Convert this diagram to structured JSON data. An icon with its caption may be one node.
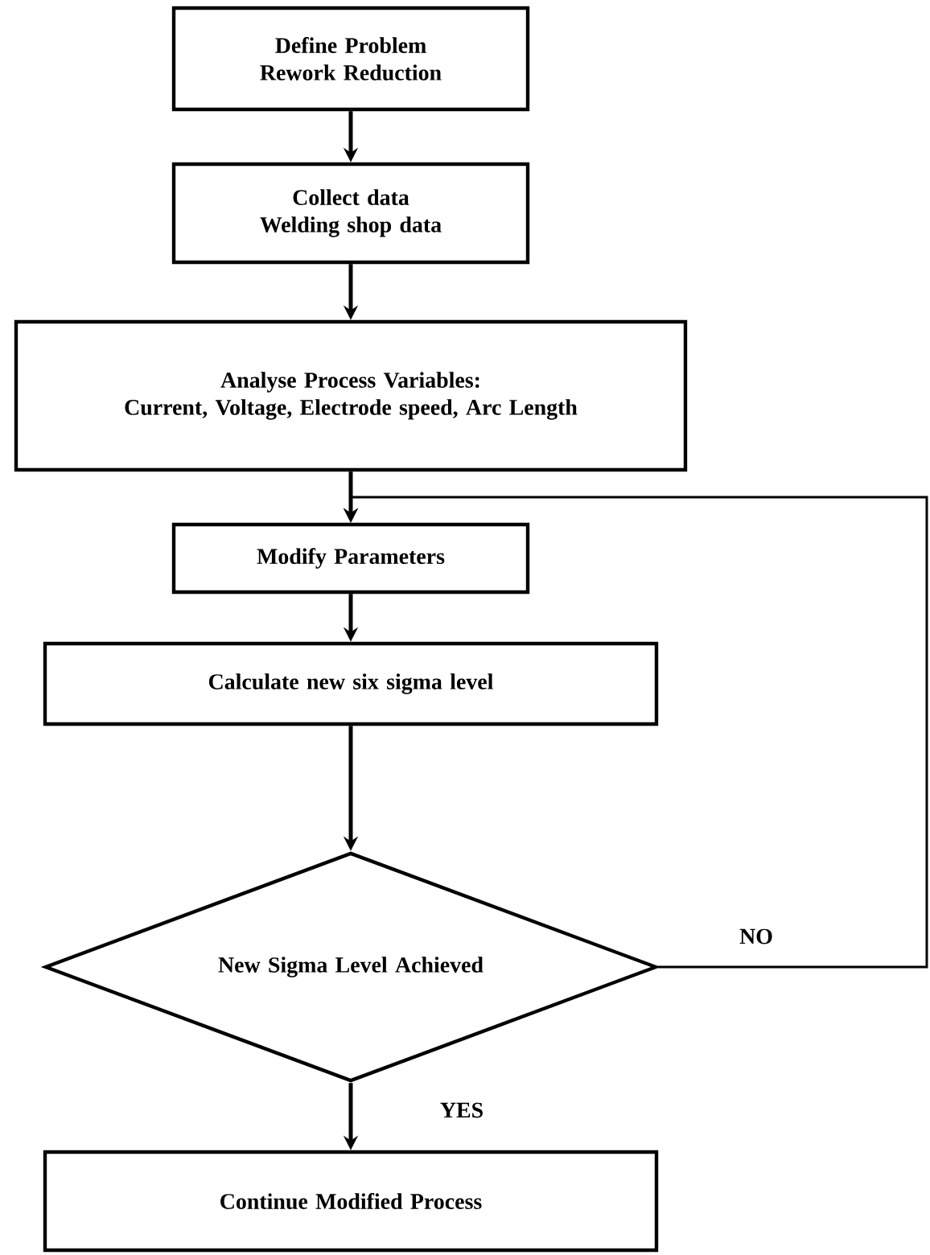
{
  "diagram": {
    "nodes": [
      {
        "text": [
          "Define Problem",
          "Rework Reduction"
        ]
      },
      {
        "text": [
          "Collect data",
          "Welding shop data"
        ]
      },
      {
        "text": [
          "Analyse Process Variables:",
          "Current, Voltage, Electrode speed, Arc Length"
        ]
      },
      {
        "text": [
          "Modify Parameters"
        ]
      },
      {
        "text": [
          "Calculate new six sigma level"
        ]
      },
      {
        "text": [
          "New Sigma Level Achieved"
        ]
      },
      {
        "text": [
          "Continue Modified Process"
        ]
      }
    ],
    "edges": [
      {
        "from": 0,
        "to": 1,
        "arrow": "to"
      },
      {
        "from": 1,
        "to": 2,
        "arrow": "to"
      },
      {
        "from": 2,
        "to": 3,
        "arrow": "to"
      },
      {
        "from": 3,
        "to": 4,
        "arrow": "to"
      },
      {
        "from": 4,
        "to": 5,
        "arrow": "to"
      },
      {
        "from": 5,
        "to": 6,
        "label": "YES",
        "arrow": "to"
      },
      {
        "from": 5,
        "to": 3,
        "label": "NO",
        "arrow": "to"
      }
    ]
  }
}
